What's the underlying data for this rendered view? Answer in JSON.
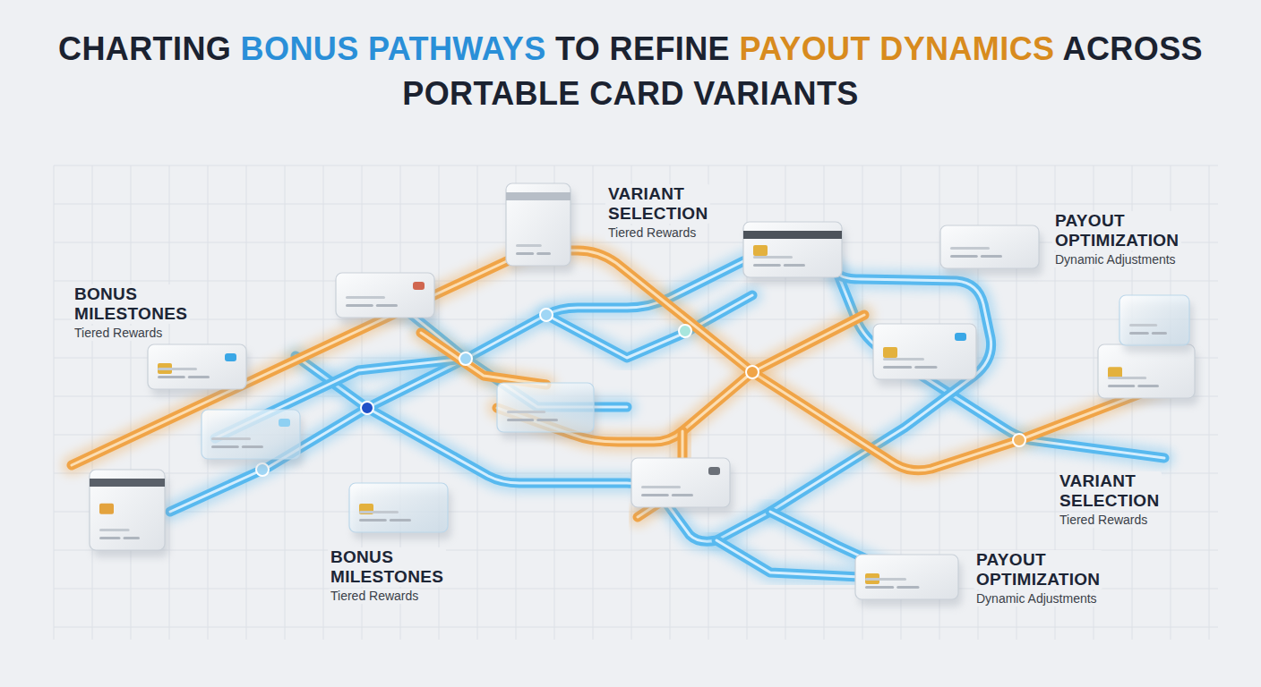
{
  "diagram": {
    "title": "CHARTING BONUS PATHWAYS TO REFINE PAYOUT DYNAMICS ACROSS PORTABLE CARD VARIANTS",
    "labels": [
      "VARIANT SELECTION",
      "Tiered Rewards",
      "PAYOUT OPTIMIZATION",
      "Dynamic Adjustments",
      "BONUS MILESTONES",
      "Tiered Rewards",
      "VARIANT SELECTION",
      "Tiered Rewards",
      "BONUS MILESTONES",
      "Tiered Rewards",
      "PAYOUT OPTIMIZATION",
      "Dynamic Adjustments"
    ]
  }
}
